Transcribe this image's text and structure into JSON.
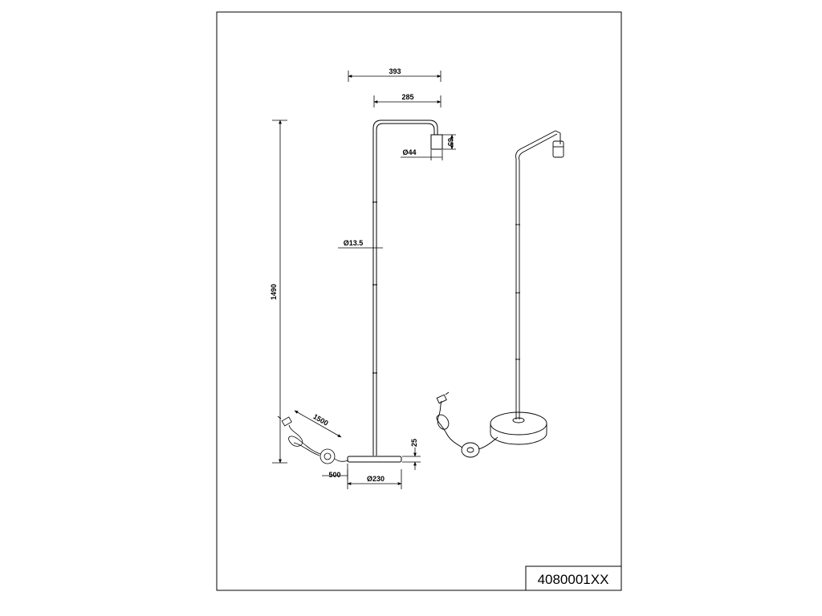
{
  "drawing": {
    "product_code": "4080001XX",
    "dimensions": {
      "total_reach": "393",
      "arm_length": "285",
      "shade_height": "65",
      "shade_diameter": "Ø44",
      "tube_diameter": "Ø13.5",
      "total_height": "1490",
      "cable_length": "1500",
      "switch_cable": "500",
      "base_diameter": "Ø230",
      "base_height": "25"
    }
  }
}
